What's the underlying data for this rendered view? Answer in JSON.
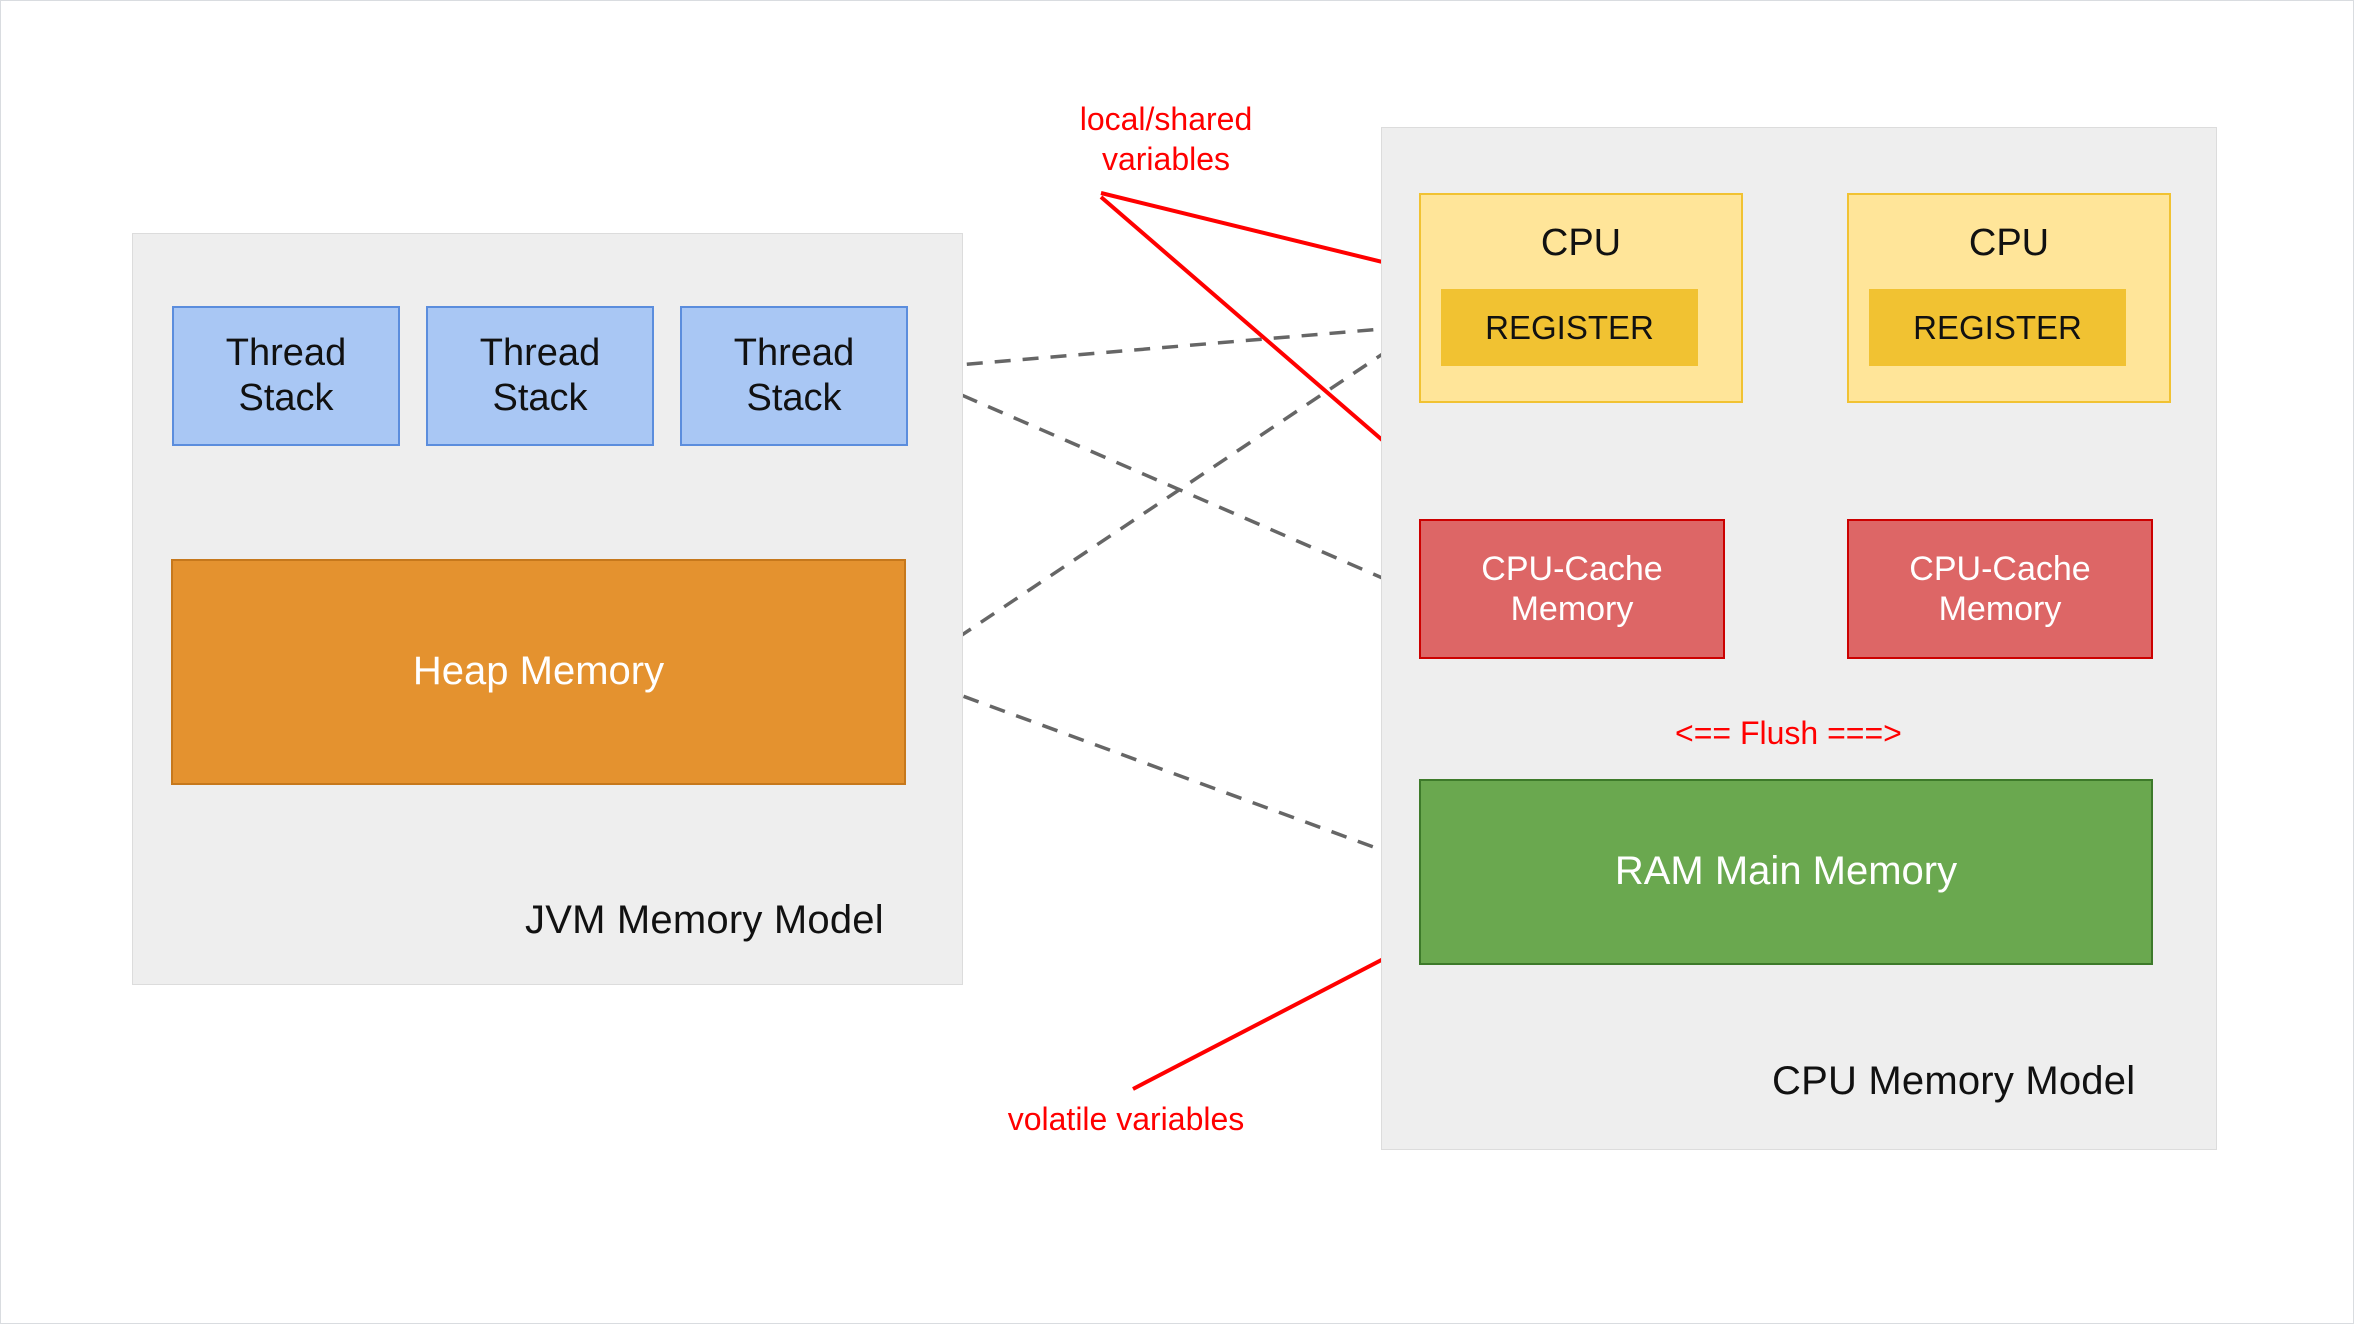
{
  "diagram": {
    "title": "JVM Memory Model and CPU Memory Model",
    "colors": {
      "thread_stack_fill": "#a9c7f4",
      "thread_stack_stroke": "#5b8ddd",
      "heap_fill": "#e4922f",
      "heap_stroke": "#c6781c",
      "cpu_fill": "#ffe599",
      "cpu_stroke": "#f1c232",
      "register_fill": "#f1c232",
      "cache_fill": "#dd6666",
      "cache_stroke": "#cc0000",
      "ram_fill": "#6aa84f",
      "ram_stroke": "#3d7a2a",
      "panel_fill": "#eeeeee",
      "panel_stroke": "#dcdcdc",
      "annotation_red": "#ff0000",
      "connector_gray": "#666666"
    }
  },
  "jvm_panel": {
    "caption": "JVM Memory Model",
    "thread_stacks": [
      {
        "label": "Thread\nStack"
      },
      {
        "label": "Thread\nStack"
      },
      {
        "label": "Thread\nStack"
      }
    ],
    "heap": {
      "label": "Heap Memory"
    }
  },
  "cpu_panel": {
    "caption": "CPU Memory Model",
    "cpus": [
      {
        "label": "CPU",
        "register_label": "REGISTER",
        "cache_label": "CPU-Cache\nMemory"
      },
      {
        "label": "CPU",
        "register_label": "REGISTER",
        "cache_label": "CPU-Cache\nMemory"
      }
    ],
    "ram": {
      "label": "RAM Main Memory"
    },
    "flush_label": "<== Flush ===>"
  },
  "annotations": [
    {
      "id": "local-shared",
      "text": "local/shared\nvariables"
    },
    {
      "id": "volatile",
      "text": "volatile variables"
    }
  ]
}
